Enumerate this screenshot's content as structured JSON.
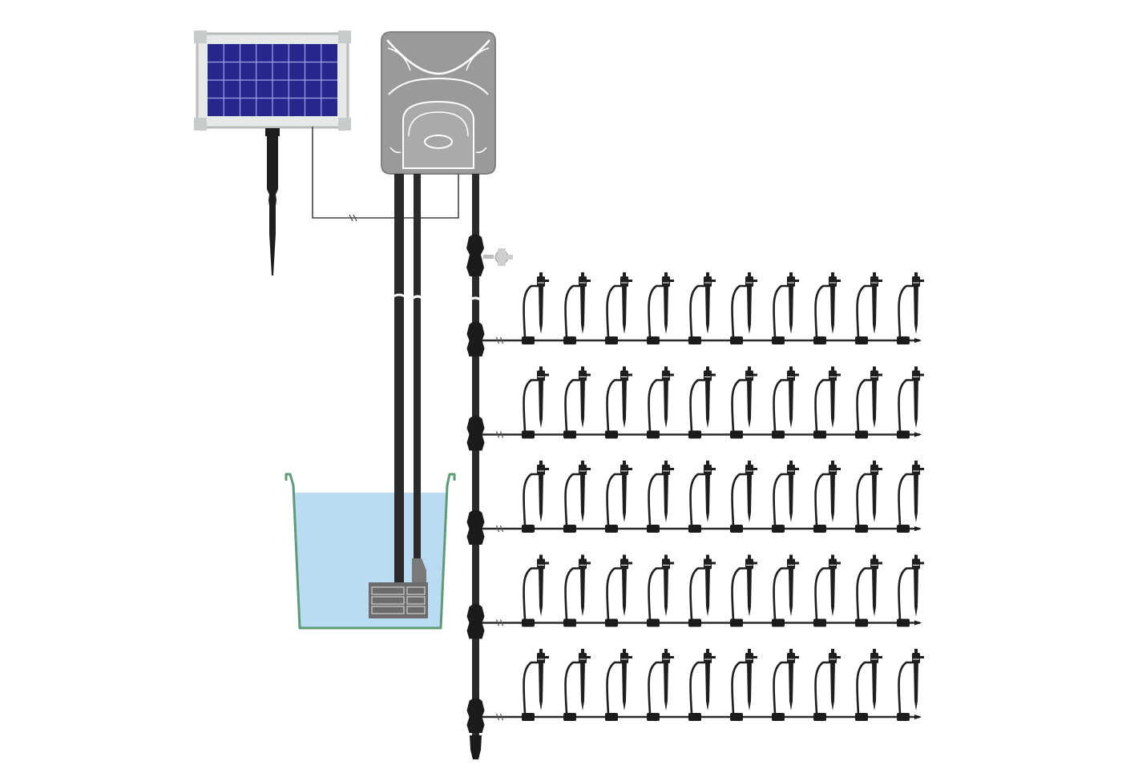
{
  "diagram": {
    "components": {
      "solar_panel": {
        "icon": "solar-panel-icon",
        "grid_columns": 8,
        "grid_rows": 4
      },
      "controller": {
        "icon": "controller-box-icon"
      },
      "water_tank": {
        "icon": "water-bucket-icon"
      },
      "pump": {
        "icon": "submersible-pump-icon"
      },
      "main_line": {
        "icon": "main-water-line-icon"
      },
      "drip_lines": {
        "count": 5,
        "drippers_per_line": 10,
        "icon": "drip-emitter-stake-icon"
      }
    },
    "colors": {
      "panel_cells": "#25278c",
      "panel_cell_lines": "#9fa3e8",
      "panel_frame": "#b9bcbd",
      "controller_body": "#999999",
      "tube": "#2a2a2a",
      "water": "#b9dcf3",
      "tank_outline": "#5f9a76",
      "pump_body": "#6c6c6c"
    }
  }
}
